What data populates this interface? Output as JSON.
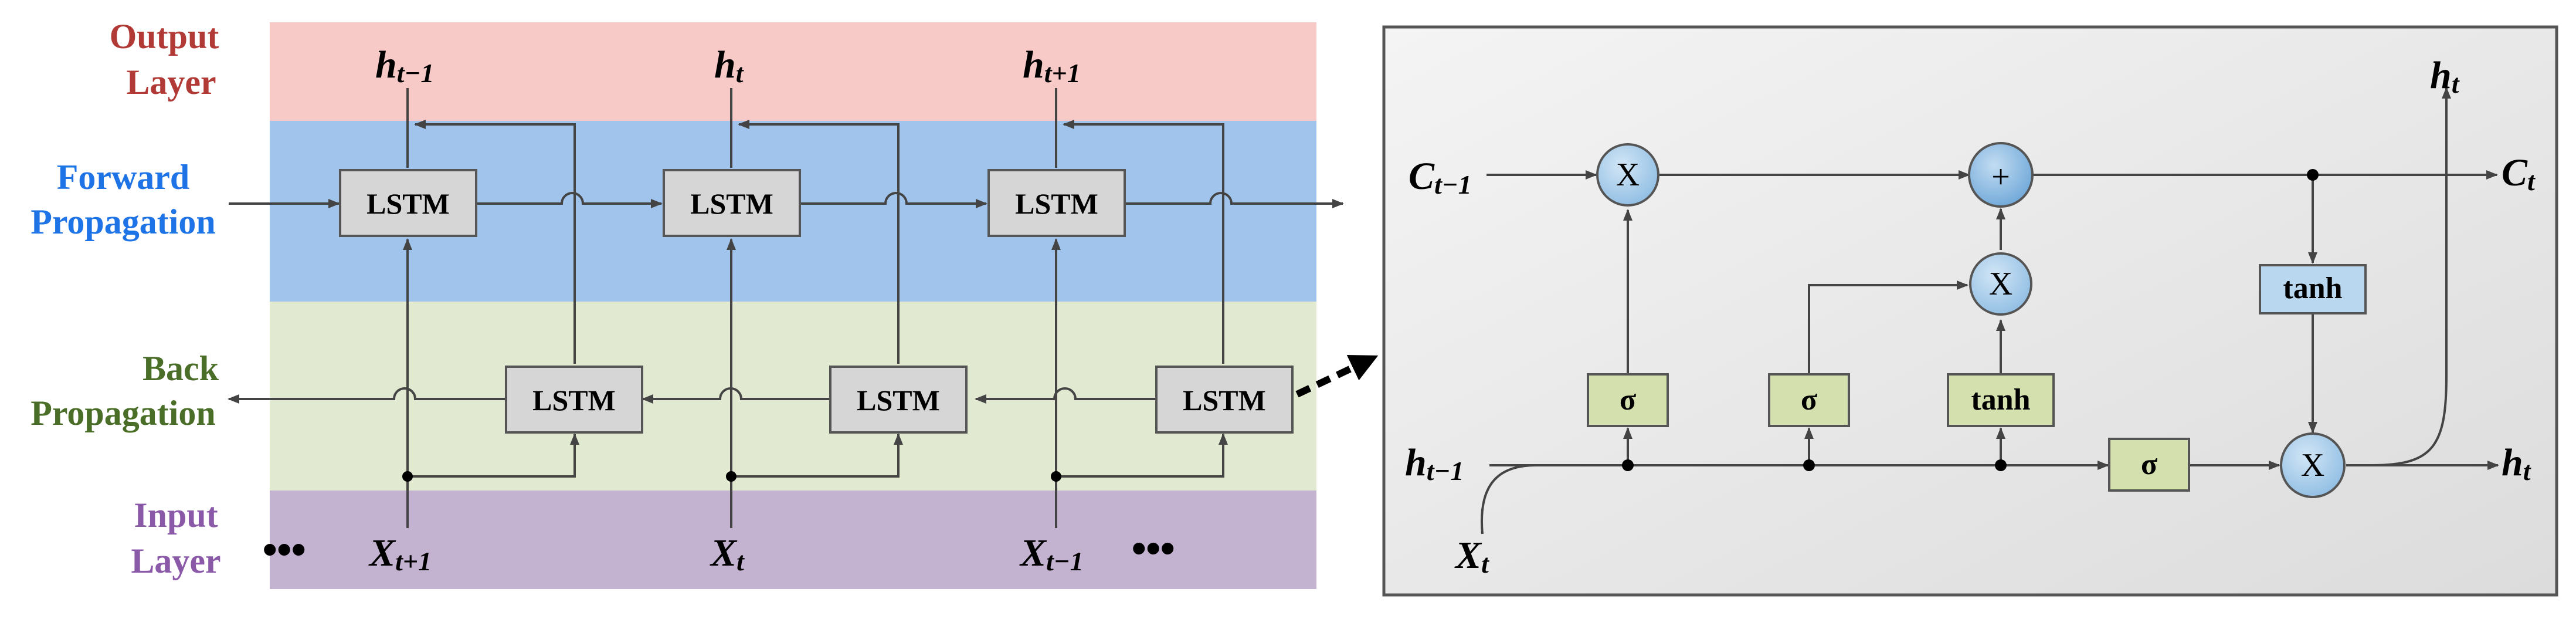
{
  "layers": {
    "output": [
      "Output",
      "Layer"
    ],
    "forward": [
      "Forward",
      "Propagation"
    ],
    "back": [
      "Back",
      "Propagation"
    ],
    "input": [
      "Input",
      "Layer"
    ]
  },
  "colors": {
    "output_band": "#f7c9c7",
    "forward_band": "#a0c4ec",
    "back_band": "#e1ead0",
    "input_band": "#c4b2d1",
    "output_label": "#b23a36",
    "forward_label": "#1e74e6",
    "back_label": "#4a6e28",
    "input_label": "#8a5aa8",
    "lstm_box": "#d6d6d6",
    "gate_box": "#d4e0ae",
    "tanh_box": "#b9d8ef",
    "op_circle": "#b4d3ec",
    "panel_bg": "#e8e8e8"
  },
  "left": {
    "lstm_label": "LSTM",
    "outputs": [
      {
        "base": "h",
        "sub": "t−1"
      },
      {
        "base": "h",
        "sub": "t"
      },
      {
        "base": "h",
        "sub": "t+1"
      }
    ],
    "inputs": [
      {
        "base": "X",
        "sub": "t+1"
      },
      {
        "base": "X",
        "sub": "t"
      },
      {
        "base": "X",
        "sub": "t−1"
      }
    ],
    "ellipsis": "•••"
  },
  "cell": {
    "c_prev": {
      "base": "C",
      "sub": "t−1"
    },
    "c_next": {
      "base": "C",
      "sub": "t"
    },
    "h_prev": {
      "base": "h",
      "sub": "t−1"
    },
    "h_out_top": {
      "base": "h",
      "sub": "t"
    },
    "h_out_right": {
      "base": "h",
      "sub": "t"
    },
    "x_in": {
      "base": "X",
      "sub": "t"
    },
    "sigma": "σ",
    "tanh": "tanh",
    "mult": "X",
    "add": "+"
  }
}
